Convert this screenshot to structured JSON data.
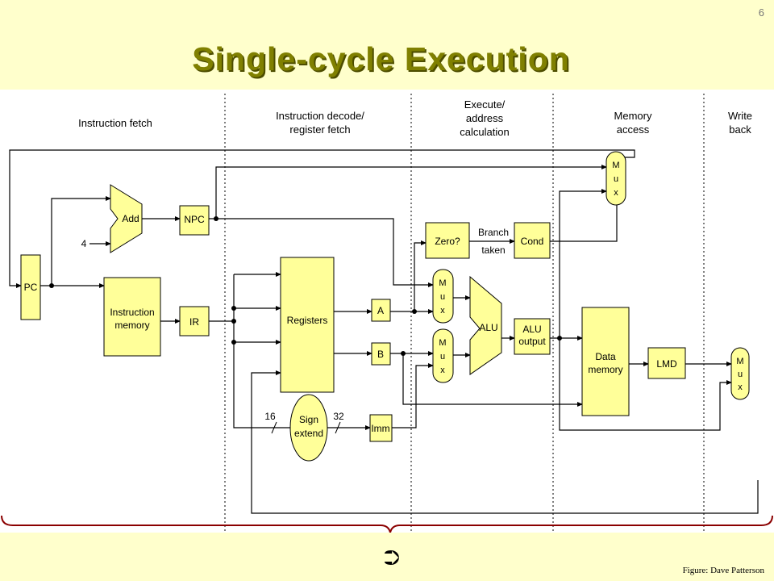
{
  "slide": {
    "number": "6",
    "title": "Single-cycle Execution",
    "credit": "Figure: Dave Patterson",
    "nav_glyph": "⮊"
  },
  "colors": {
    "background": "#ffffcc",
    "title": "#808000",
    "block_fill": "#ffff99",
    "brace": "#8b0000"
  },
  "stages": {
    "fetch": "Instruction fetch",
    "decode": [
      "Instruction decode/",
      "register fetch"
    ],
    "execute": [
      "Execute/",
      "address",
      "calculation"
    ],
    "memory": [
      "Memory",
      "access"
    ],
    "writeback": [
      "Write",
      "back"
    ]
  },
  "blocks": {
    "pc": "PC",
    "add": "Add",
    "const4": "4",
    "npc": "NPC",
    "imem": [
      "Instruction",
      "memory"
    ],
    "ir": "IR",
    "registers": "Registers",
    "a": "A",
    "b": "B",
    "sign": [
      "Sign",
      "extend"
    ],
    "bits16": "16",
    "bits32": "32",
    "imm": "Imm",
    "zero": "Zero?",
    "branch": [
      "Branch",
      "taken"
    ],
    "cond": "Cond",
    "alu": "ALU",
    "alu_output": [
      "ALU",
      "output"
    ],
    "dmem": [
      "Data",
      "memory"
    ],
    "lmd": "LMD",
    "mux": [
      "M",
      "u",
      "x"
    ]
  }
}
